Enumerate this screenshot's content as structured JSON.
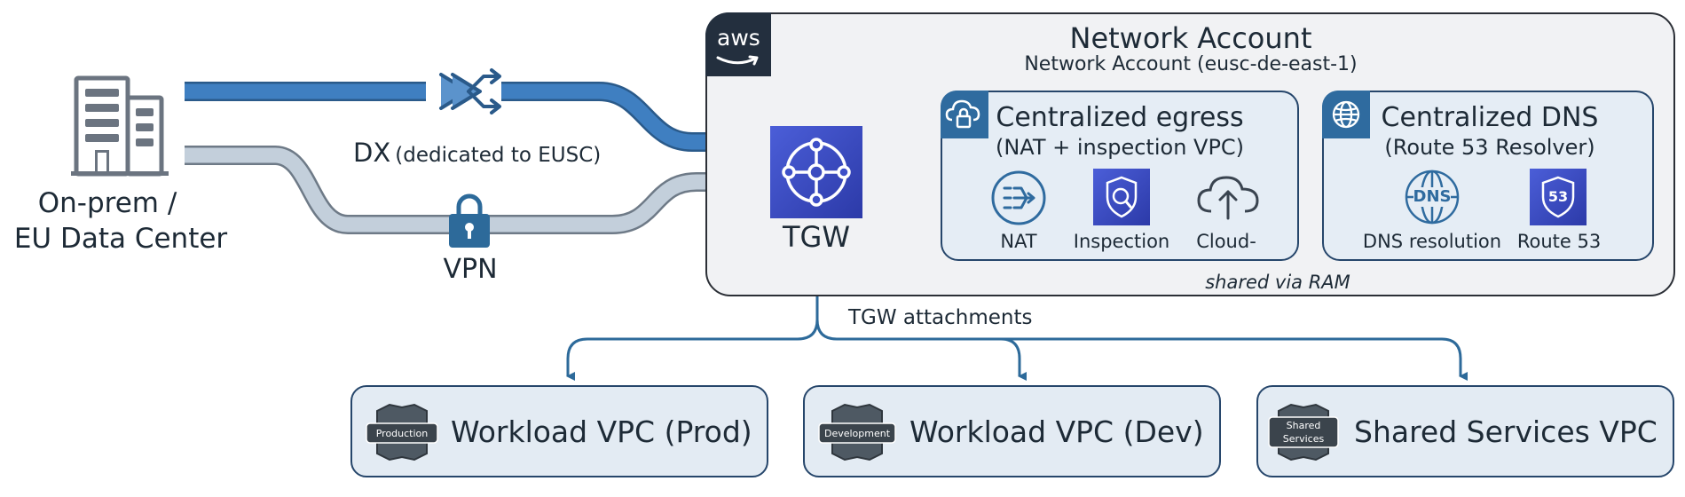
{
  "onprem": {
    "line1": "On-prem /",
    "line2": "EU Data Center",
    "icon": "building-icon"
  },
  "links": {
    "dx_label": "DX",
    "dx_detail": "(dedicated to EUSC)",
    "vpn_label": "VPN"
  },
  "tgw": {
    "label": "TGW",
    "attachments_label": "TGW attachments"
  },
  "network_account": {
    "logo": "aws",
    "title": "Network Account",
    "subtitle": "Network Account (eusc-de-east-1)",
    "shared_note": "shared via RAM"
  },
  "egress": {
    "title1": "Centralized egress",
    "title2": "(NAT + inspection VPC)",
    "items": [
      {
        "label": "NAT",
        "icon": "nat-gateway-icon"
      },
      {
        "label": "Inspection",
        "icon": "inspection-shield-icon"
      },
      {
        "label": "Cloud-",
        "icon": "cloud-upload-icon"
      }
    ]
  },
  "dns": {
    "title1": "Centralized DNS",
    "title2": "(Route 53 Resolver)",
    "items": [
      {
        "label": "DNS resolution",
        "icon": "dns-globe-icon",
        "icon_text": "DNS"
      },
      {
        "label": "Route 53",
        "icon": "route53-shield-icon",
        "icon_text": "53"
      }
    ]
  },
  "vpcs": [
    {
      "label": "Workload VPC (Prod)",
      "badge": "Production"
    },
    {
      "label": "Workload VPC (Dev)",
      "badge": "Development"
    },
    {
      "label": "Shared Services VPC",
      "badge1": "Shared",
      "badge2": "Services"
    }
  ],
  "colors": {
    "dx_blue": "#3f7fc1",
    "vpn_gray": "#c3cfdb",
    "dark_blue": "#2d6a9a",
    "tgw_purple": "#3848b8",
    "panel_bg": "#f1f2f4",
    "panel_border": "#2b2f36",
    "sub_bg": "#e5edf5",
    "sub_border": "#26466b",
    "icon_blue": "#2f6b9f"
  }
}
